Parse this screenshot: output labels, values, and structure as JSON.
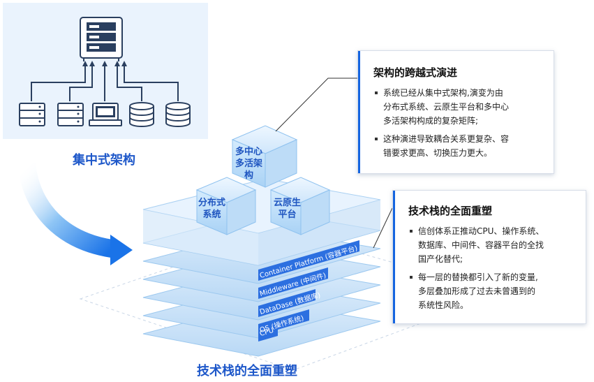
{
  "centralized": {
    "title": "集中式架构"
  },
  "cubes": {
    "multi_active": [
      "多中心",
      "多活架构"
    ],
    "distributed": [
      "分布式",
      "系统"
    ],
    "cloud_native": [
      "云原生",
      "平台"
    ]
  },
  "layers": [
    "Container Platform (容器平台)",
    "Middleware (中间件)",
    "DataDase (数据库)",
    "OS (操作系统)",
    "CPU"
  ],
  "bottom_title": "技术栈的全面重塑",
  "callout_architecture": {
    "title": "架构的跨越式演进",
    "bullets": [
      [
        "系统已经从集中式架构,演变为由",
        "分布式系统、云原生平台和多中心",
        "多活架构构成的复杂矩阵;"
      ],
      [
        "这种演进导致耦合关系更复杂、容",
        "错要求更高、切换压力更大。"
      ]
    ]
  },
  "callout_stack": {
    "title": "技术栈的全面重塑",
    "bullets": [
      [
        "信创体系正推动CPU、操作系统、",
        "数据库、中间件、容器平台的全找",
        "国产化替代;"
      ],
      [
        "每一层的替换都引入了新的变量,",
        "多层叠加形成了过去未曾遇到的",
        "系统性风险。"
      ]
    ]
  },
  "colors": {
    "brand_blue": "#1d57c9",
    "layer_blue": "#2c6fe0",
    "panel_bg": "#eaf3fd"
  }
}
